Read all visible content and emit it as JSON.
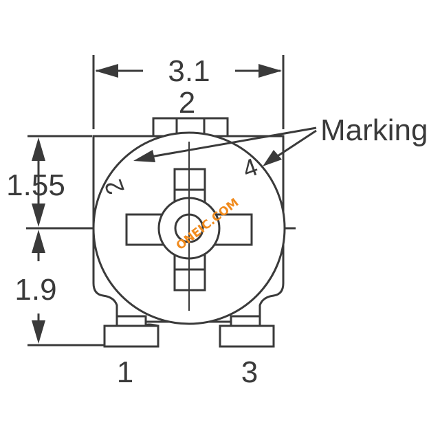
{
  "dimensions": {
    "width": "3.1",
    "upper_height": "1.55",
    "lower_height": "1.9"
  },
  "pins": {
    "top": "2",
    "bottom_left": "1",
    "bottom_right": "3"
  },
  "callout": {
    "label": "Marking",
    "markings": [
      "2",
      "4"
    ]
  },
  "watermark": "ONEIC.COM",
  "colors": {
    "line": "#3a3a3a",
    "watermark": "#f08a1c"
  }
}
